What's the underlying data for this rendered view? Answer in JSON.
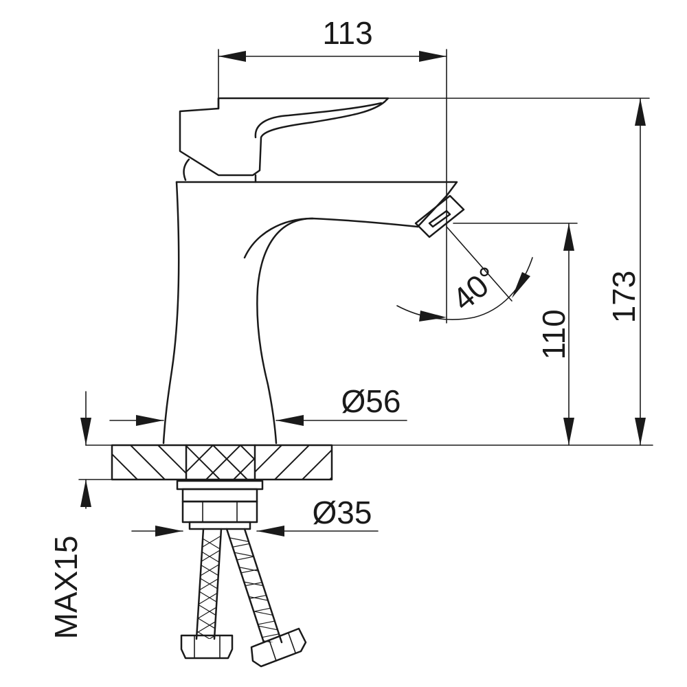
{
  "dimensions": {
    "width_top": "113",
    "total_height": "173",
    "spout_height": "110",
    "angle": "40°",
    "base_diameter": "Ø56",
    "shank_diameter": "Ø35",
    "max_thickness": "MAX15"
  }
}
